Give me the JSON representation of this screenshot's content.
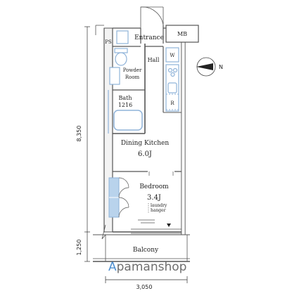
{
  "rooms": {
    "entrance": "Entrance",
    "mb": "MB",
    "ps": "PS",
    "hall": "Hall",
    "w": "W",
    "powder_room": [
      "Powder",
      "Room"
    ],
    "bath": [
      "Bath",
      "1216"
    ],
    "r": "R",
    "dining_kitchen": "Dining Kitchen",
    "dining_kitchen_size": "6.0J",
    "bedroom": "Bedroom",
    "bedroom_size": "3.4J",
    "laundry": [
      "laundry",
      "hanger"
    ],
    "balcony": "Balcony"
  },
  "dimensions": {
    "depth_main": "8,350",
    "depth_balcony": "1,250",
    "width": "3,050"
  },
  "compass": {
    "letter": "N"
  },
  "brand": {
    "prefix": "A",
    "rest": "pamanshop"
  },
  "colors": {
    "fixture_blue": "#8fb3d9",
    "closet_blue": "#b9d3ec",
    "brand_blue": "#4d8fd0",
    "brand_gray": "#6e6e6e"
  }
}
